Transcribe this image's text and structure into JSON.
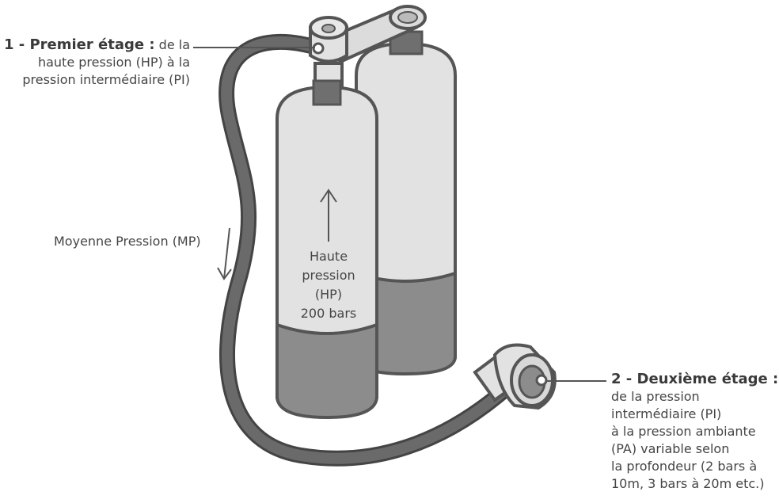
{
  "labels": {
    "first_stage": {
      "title": "1 - Premier étage :",
      "line1_rest": "de la",
      "line2": "haute pression (HP) à la",
      "line3": "pression intermédiaire (PI)"
    },
    "mid_pressure": "Moyenne Pression (MP)",
    "high_pressure": {
      "line1": "Haute",
      "line2": "pression",
      "line3": "(HP)",
      "line4": "200 bars"
    },
    "second_stage": {
      "title": "2 - Deuxième étage :",
      "line1": "de la pression",
      "line2": "intermédiaire (PI)",
      "line3": "à la pression ambiante",
      "line4": "(PA) variable selon",
      "line5": "la profondeur (2 bars à",
      "line6": "10m, 3 bars à 20m etc.)"
    }
  },
  "colors": {
    "outline": "#555555",
    "tank_light": "#e2e2e2",
    "tank_dark": "#8c8c8c",
    "hose": "#5a5a5a",
    "text": "#454545"
  }
}
